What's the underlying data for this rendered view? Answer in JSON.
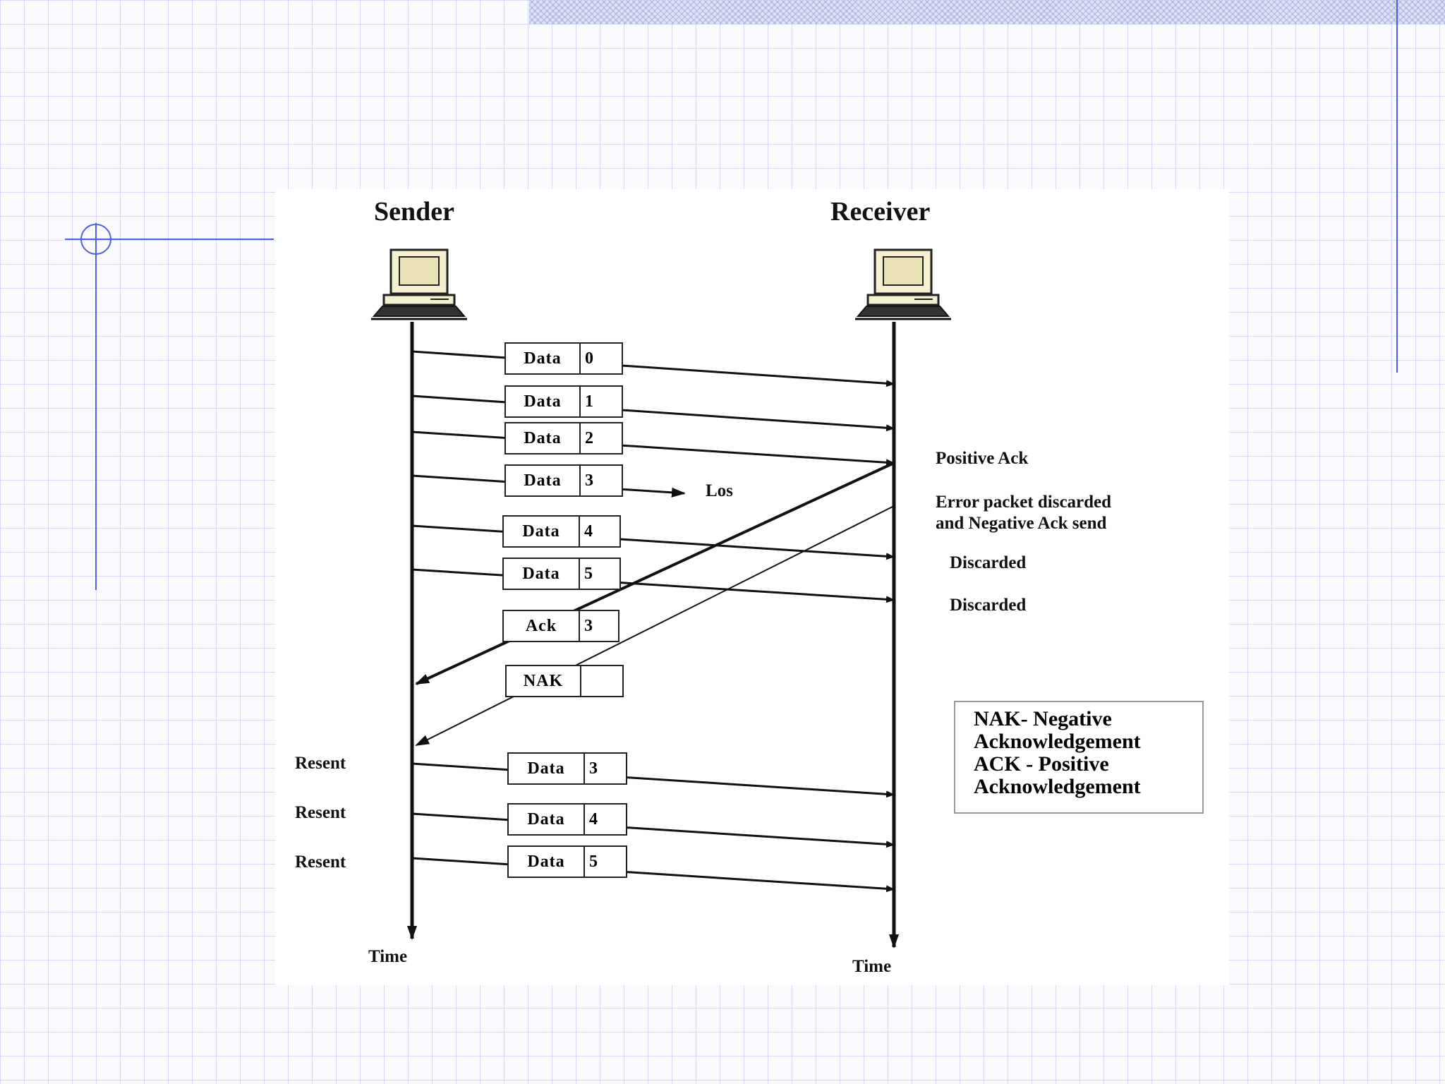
{
  "participants": {
    "sender": "Sender",
    "receiver": "Receiver"
  },
  "time_labels": {
    "sender": "Time",
    "receiver": "Time"
  },
  "frames": [
    {
      "label": "Data",
      "seq": "0"
    },
    {
      "label": "Data",
      "seq": "1"
    },
    {
      "label": "Data",
      "seq": "2"
    },
    {
      "label": "Data",
      "seq": "3"
    },
    {
      "label": "Data",
      "seq": "4"
    },
    {
      "label": "Data",
      "seq": "5"
    },
    {
      "label": "Ack",
      "seq": "3"
    },
    {
      "label": "NAK",
      "seq": ""
    },
    {
      "label": "Data",
      "seq": "3"
    },
    {
      "label": "Data",
      "seq": "4"
    },
    {
      "label": "Data",
      "seq": "5"
    }
  ],
  "annotations": {
    "lost": "Los",
    "positive_ack": "Positive Ack",
    "error_line1": "Error packet discarded",
    "error_line2": "and Negative Ack send",
    "discarded_1": "Discarded",
    "discarded_2": "Discarded",
    "resent_1": "Resent",
    "resent_2": "Resent",
    "resent_3": "Resent"
  },
  "legend": {
    "line1": "NAK- Negative",
    "line2": "Acknowledgement",
    "line3": "ACK -  Positive",
    "line4": "Acknowledgement"
  },
  "icons": {
    "sender_computer": "computer-icon",
    "receiver_computer": "computer-icon"
  },
  "colors": {
    "grid": "#8c9cdc",
    "accent": "#4a64e0"
  }
}
